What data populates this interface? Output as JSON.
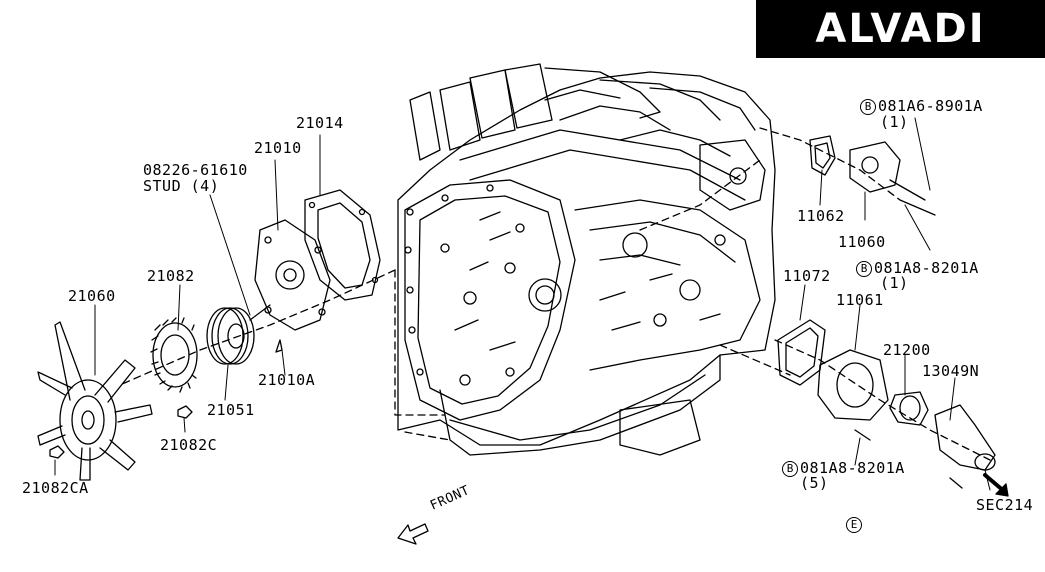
{
  "brand": {
    "name": "ALVADI"
  },
  "labels": {
    "p21014": "21014",
    "p21010": "21010",
    "p08226": "08226-61610",
    "stud": "STUD (4)",
    "p21082": "21082",
    "p21060": "21060",
    "p21051": "21051",
    "p21010a": "21010A",
    "p21082c": "21082C",
    "p21082ca": "21082CA",
    "bolt1_letter": "B",
    "bolt1_part": "081A6-8901A",
    "bolt1_qty": "(1)",
    "p11062": "11062",
    "p11060": "11060",
    "bolt2_letter": "B",
    "bolt2_part": "081A8-8201A",
    "bolt2_qty": "(1)",
    "p11072": "11072",
    "p11061": "11061",
    "p21200": "21200",
    "p13049n": "13049N",
    "bolt3_letter": "B",
    "bolt3_part": "081A8-8201A",
    "bolt3_qty": "(5)",
    "sec214": "SEC214",
    "front": "FRONT",
    "corner_letter": "E"
  }
}
